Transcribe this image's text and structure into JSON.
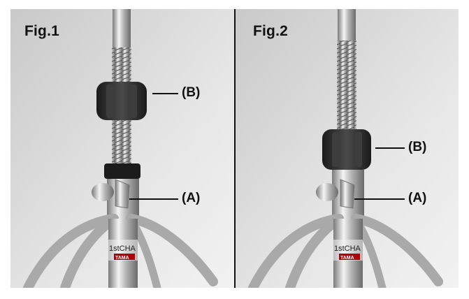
{
  "figures": [
    {
      "title": "Fig.1",
      "callouts": {
        "b": "(B)",
        "a": "(A)"
      },
      "stand_text": {
        "model": "1stCHA",
        "brand": "TAMA"
      }
    },
    {
      "title": "Fig.2",
      "callouts": {
        "b": "(B)",
        "a": "(A)"
      },
      "stand_text": {
        "model": "1stCHA",
        "brand": "TAMA"
      }
    }
  ],
  "colors": {
    "background": "#dcdcdc",
    "chrome": "#c8c8c8",
    "knob": "#2a2a2a",
    "line": "#111111"
  }
}
